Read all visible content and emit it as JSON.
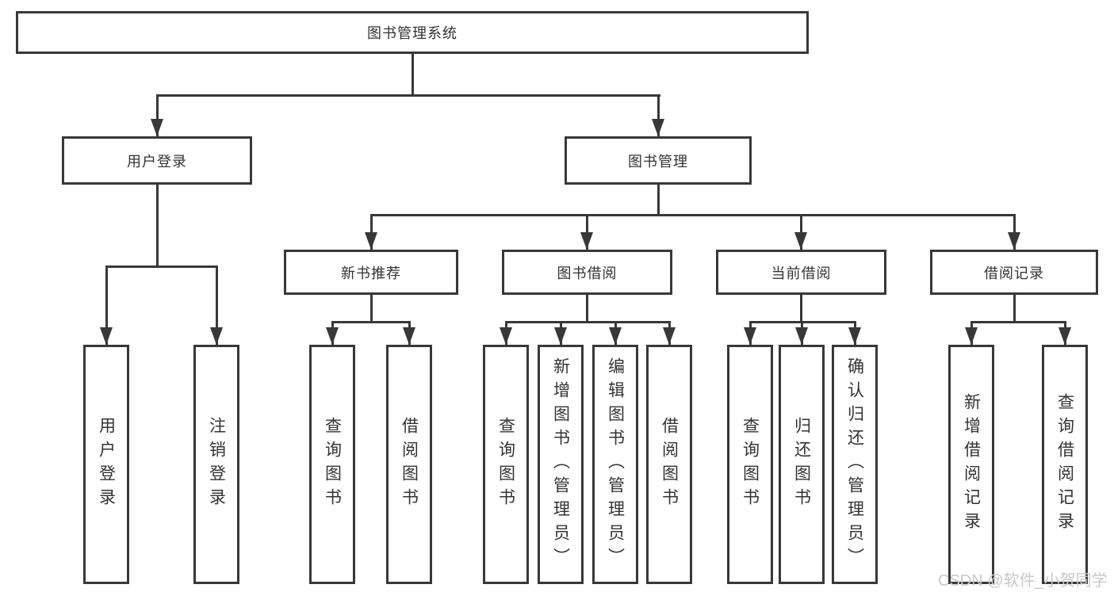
{
  "diagram": {
    "type": "hierarchy-tree",
    "root": {
      "label": "图书管理系统"
    },
    "branches": [
      {
        "label": "用户登录",
        "children": [
          {
            "label": "用户登录"
          },
          {
            "label": "注销登录"
          }
        ]
      },
      {
        "label": "图书管理",
        "children": [
          {
            "label": "新书推荐",
            "children": [
              {
                "label": "查询图书"
              },
              {
                "label": "借阅图书"
              }
            ]
          },
          {
            "label": "图书借阅",
            "children": [
              {
                "label": "查询图书"
              },
              {
                "label": "新增图书（管理员）"
              },
              {
                "label": "编辑图书（管理员）"
              },
              {
                "label": "借阅图书"
              }
            ]
          },
          {
            "label": "当前借阅",
            "children": [
              {
                "label": "查询图书"
              },
              {
                "label": "归还图书"
              },
              {
                "label": "确认归还（管理员）"
              }
            ]
          },
          {
            "label": "借阅记录",
            "children": [
              {
                "label": "新增借阅记录"
              },
              {
                "label": "查询借阅记录"
              }
            ]
          }
        ]
      }
    ]
  },
  "watermark": {
    "text": "CSDN @软件_小贺同学"
  },
  "colors": {
    "line": "#383838",
    "text": "#333333",
    "watermark": "#c8c8c8",
    "background": "#ffffff"
  }
}
